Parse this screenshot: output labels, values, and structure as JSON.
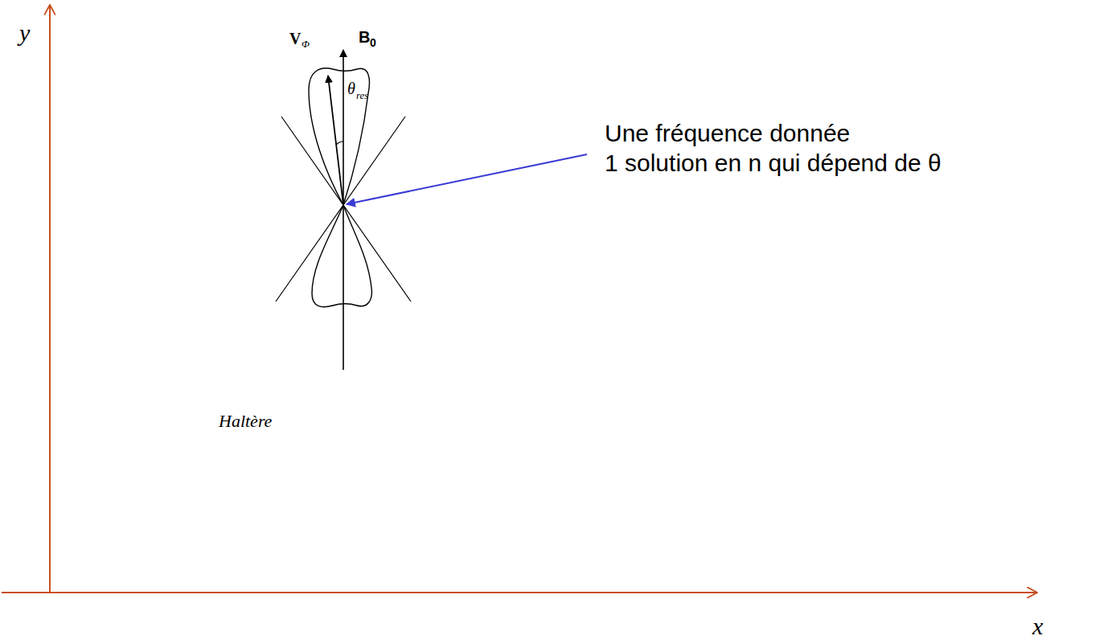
{
  "diagram": {
    "labels": [
      "y",
      "x",
      "V",
      "Φ",
      "B",
      "0",
      "θ",
      "res",
      "Haltère",
      "Une fréquence donnée",
      "1 solution en n qui dépend de θ"
    ]
  }
}
